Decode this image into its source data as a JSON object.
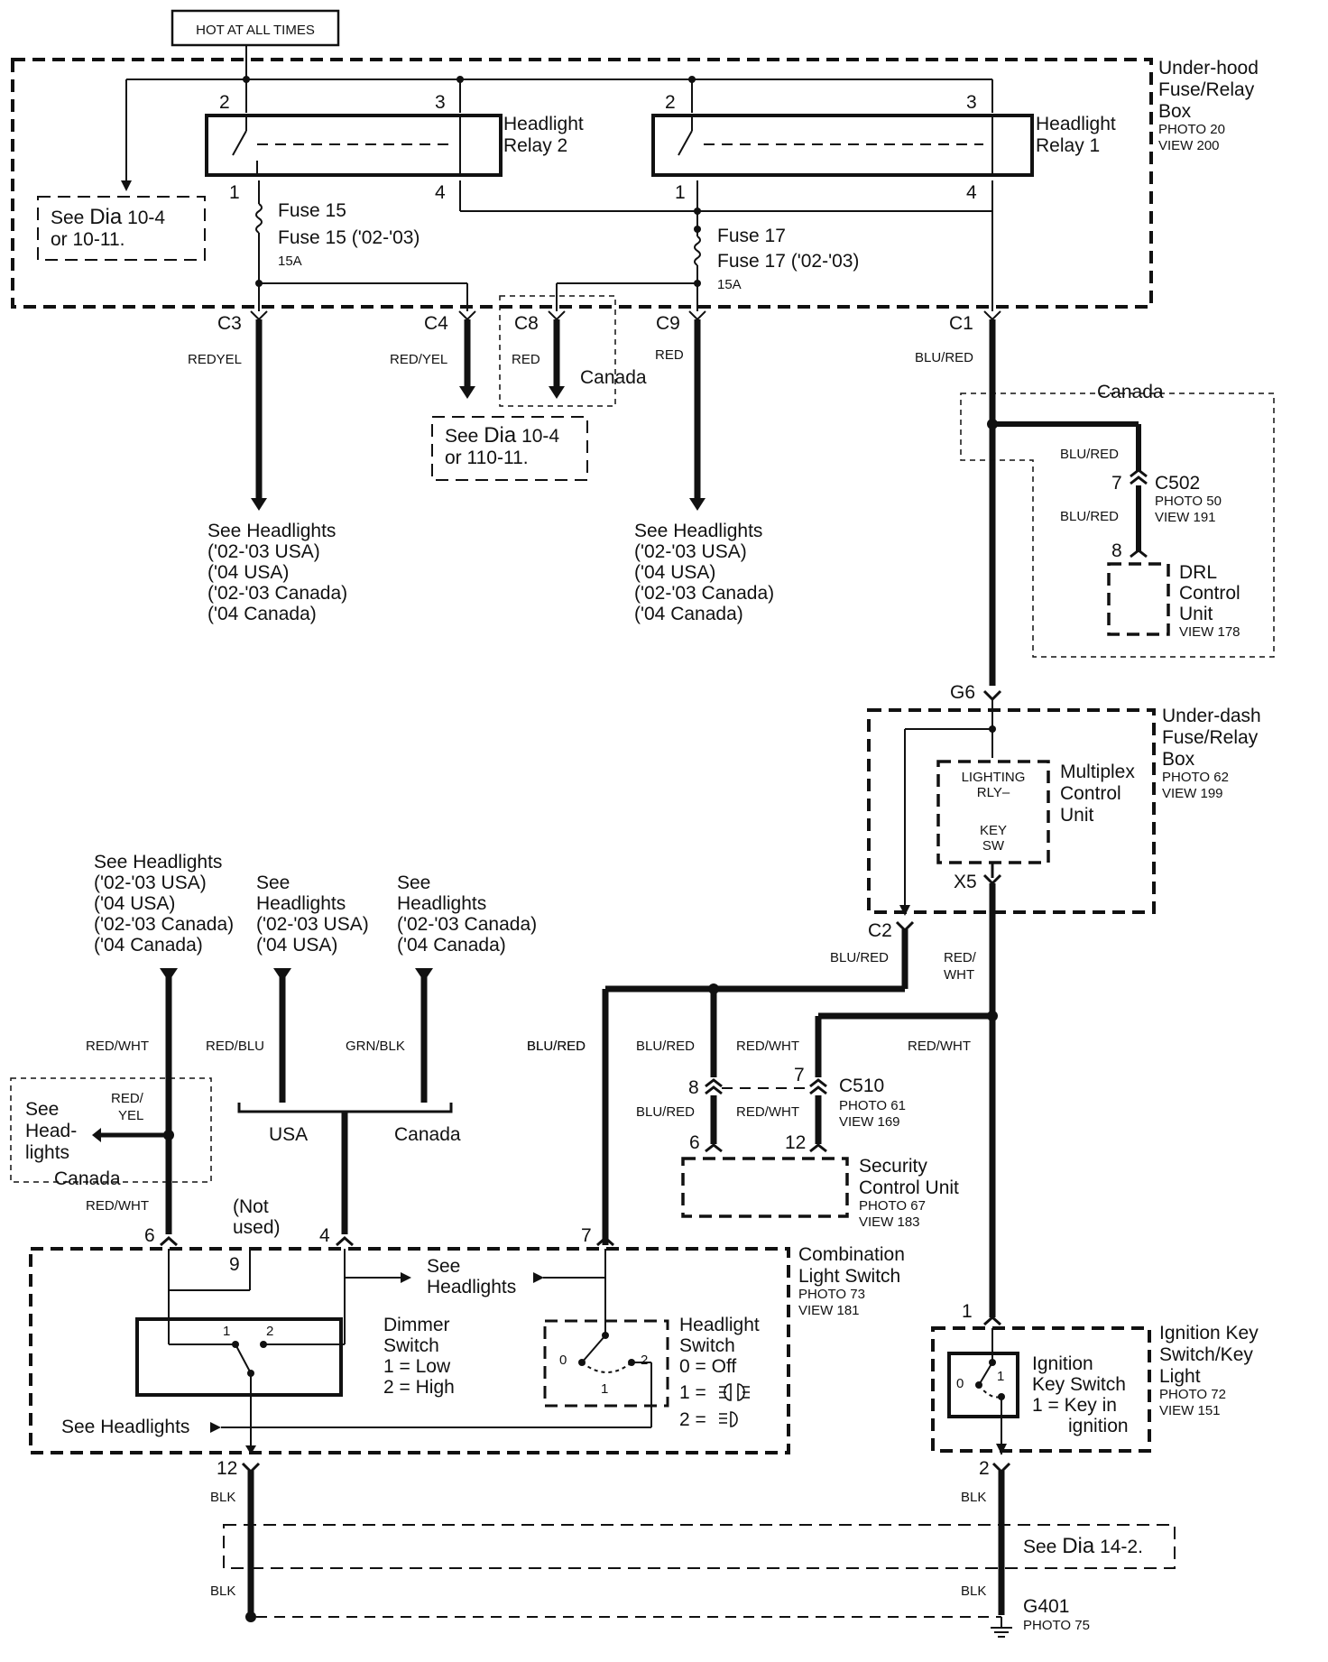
{
  "hot_label": "HOT AT ALL TIMES",
  "underhood": {
    "title": [
      "Under-hood",
      "Fuse/Relay",
      "Box"
    ],
    "photo": "PHOTO 20",
    "view": "VIEW 200"
  },
  "relay2": {
    "label": [
      "Headlight",
      "Relay 2"
    ],
    "pins": [
      "2",
      "3",
      "1",
      "4"
    ]
  },
  "relay1": {
    "label": [
      "Headlight",
      "Relay 1"
    ],
    "pins": [
      "2",
      "3",
      "1",
      "4"
    ]
  },
  "see_dia_top_left": {
    "see": "See",
    "dia": "Dia",
    "ref": "10-4",
    "line2": "or 10-11."
  },
  "fuse15": {
    "name": "Fuse 15",
    "alt": "Fuse 15 ('02-'03)",
    "rating": "15A"
  },
  "fuse17": {
    "name": "Fuse 17",
    "alt": "Fuse 17 ('02-'03)",
    "rating": "15A"
  },
  "connectors_top": {
    "c3": "C3",
    "c4": "C4",
    "c8": "C8",
    "c9": "C9",
    "c1": "C1"
  },
  "wire_colors_top": {
    "c3": "REDYEL",
    "c4": "RED/YEL",
    "c8": "RED",
    "c9": "RED",
    "c1": "BLU/RED"
  },
  "canada_c8": "Canada",
  "see_dia_mid": {
    "see": "See",
    "dia": "Dia",
    "ref": "10-4",
    "line2": "or 110-11."
  },
  "see_headlights_left": [
    "See Headlights",
    "('02-'03 USA)",
    "('04 USA)",
    "('02-'03 Canada)",
    "('04 Canada)"
  ],
  "see_headlights_mid": [
    "See Headlights",
    "('02-'03 USA)",
    "('04 USA)",
    "('02-'03 Canada)",
    "('04 Canada)"
  ],
  "canada_drl": {
    "title": "Canada",
    "wire1": "BLU/RED",
    "pin7": "7",
    "c502": "C502",
    "c502_photo": "PHOTO 50",
    "c502_view": "VIEW 191",
    "wire2": "BLU/RED",
    "pin8": "8",
    "drl_label": [
      "DRL",
      "Control",
      "Unit"
    ],
    "drl_view": "VIEW 178"
  },
  "underdash": {
    "g6": "G6",
    "title": [
      "Under-dash",
      "Fuse/Relay",
      "Box"
    ],
    "photo": "PHOTO 62",
    "view": "VIEW 199",
    "mcu_inner": [
      "LIGHTING",
      "RLY–",
      "KEY",
      "SW"
    ],
    "mcu_label": [
      "Multiplex",
      "Control",
      "Unit"
    ],
    "x5": "X5",
    "c2": "C2"
  },
  "mid_wires": {
    "c2_wire": "BLU/RED",
    "x5_wire": [
      "RED/",
      "WHT"
    ],
    "blu_red_a": "BLU/RED",
    "blu_red_b": "BLU/RED",
    "red_wht_a": "RED/WHT",
    "red_wht_b": "RED/WHT"
  },
  "c510": {
    "pin8": "8",
    "pin7": "7",
    "name": "C510",
    "photo": "PHOTO 61",
    "view": "VIEW 169",
    "wire_l": "BLU/RED",
    "wire_r": "RED/WHT",
    "pin6": "6",
    "pin12": "12"
  },
  "security": {
    "label": [
      "Security",
      "Control  Unit"
    ],
    "photo": "PHOTO 67",
    "view": "VIEW 183"
  },
  "headlight_refs": {
    "a": [
      "See Headlights",
      "('02-'03 USA)",
      "('04 USA)",
      "('02-'03 Canada)",
      "('04 Canada)"
    ],
    "b": [
      "See",
      "Headlights",
      "('02-'03 USA)",
      "('04 USA)"
    ],
    "c": [
      "See",
      "Headlights",
      "('02-'03 Canada)",
      "('04 Canada)"
    ]
  },
  "left_wires": {
    "red_wht": "RED/WHT",
    "red_blu": "RED/BLU",
    "grn_blk": "GRN/BLK",
    "blu_red": "BLU/RED",
    "red_yel": [
      "RED/",
      "YEL"
    ],
    "red_wht2": "RED/WHT"
  },
  "see_headlights_canada_box": {
    "text": [
      "See",
      "Head-",
      "lights"
    ],
    "canada": "Canada"
  },
  "usa_canada": {
    "usa": "USA",
    "canada": "Canada"
  },
  "not_used": [
    "(Not",
    "used)"
  ],
  "combo": {
    "pins": {
      "p6": "6",
      "p4": "4",
      "p7": "7",
      "p9": "9",
      "p12": "12"
    },
    "title": [
      "Combination",
      "Light Switch"
    ],
    "photo": "PHOTO 73",
    "view": "VIEW 181",
    "see_headlights_inner": [
      "See",
      "Headlights"
    ],
    "dimmer": [
      "Dimmer",
      "Switch",
      "1 = Low",
      "2 = High"
    ],
    "dimmer_pins": [
      "1",
      "2"
    ],
    "headlight_sw": [
      "Headlight",
      "Switch",
      "0 =  Off",
      "1 =",
      "2 ="
    ],
    "hs_pins": [
      "0",
      "1",
      "2"
    ],
    "see_headlights_bottom": "See Headlights"
  },
  "ignition": {
    "pin1": "1",
    "pin2": "2",
    "title": [
      "Ignition Key",
      "Switch/Key",
      "Light"
    ],
    "photo": "PHOTO 72",
    "view": "VIEW 151",
    "inner": [
      "Ignition",
      "Key Switch",
      "1 = Key in",
      "ignition"
    ],
    "sw_pins": [
      "0",
      "1"
    ]
  },
  "ground": {
    "blk1": "BLK",
    "blk2": "BLK",
    "blk3": "BLK",
    "blk4": "BLK",
    "see": "See",
    "dia": "Dia",
    "ref": "14-2.",
    "g401": "G401",
    "photo": "PHOTO 75"
  }
}
